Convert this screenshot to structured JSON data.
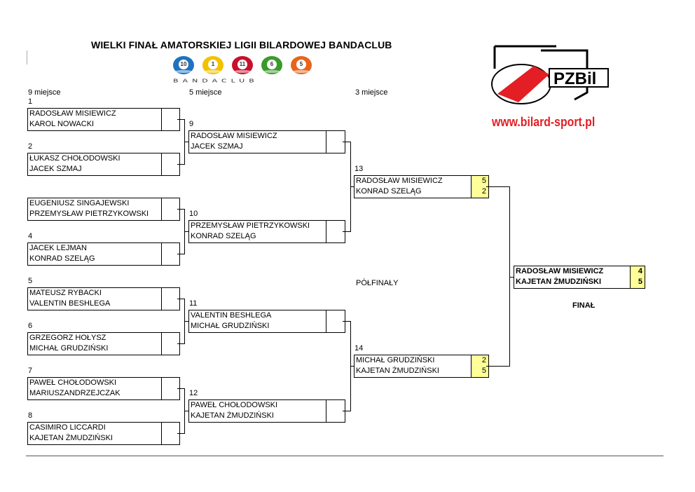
{
  "header": {
    "title": "WIELKI FINAŁ AMATORSKIEJ LIGII BILARDOWEJ BANDACLUB",
    "club_logo": {
      "balls": [
        {
          "number": "10",
          "color": "#1e73be"
        },
        {
          "number": "1",
          "color": "#f2c200"
        },
        {
          "number": "11",
          "color": "#c8102e"
        },
        {
          "number": "6",
          "color": "#3a9a2a"
        },
        {
          "number": "5",
          "color": "#e8641b"
        }
      ],
      "wordmark": "BANDACLUB"
    },
    "federation_logo": {
      "name": "PZBil",
      "colors": {
        "red": "#e31e24",
        "white": "#ffffff",
        "outline": "#000000"
      }
    },
    "website": "www.bilard-sport.pl"
  },
  "column_labels": {
    "col1": "9 miejsce",
    "col2": "5 miejsce",
    "col3": "3 miejsce",
    "semifinals": "PÓŁFINAŁY",
    "final": "FINAŁ"
  },
  "colors": {
    "score_highlight": "#ffff99",
    "website_red": "#e31e24"
  },
  "matches": {
    "m1": {
      "label": "1",
      "players": [
        {
          "name": "RADOSŁAW MISIEWICZ",
          "score": ""
        },
        {
          "name": "KAROL NOWACKI",
          "score": ""
        }
      ]
    },
    "m2": {
      "label": "2",
      "players": [
        {
          "name": "ŁUKASZ CHOŁODOWSKI",
          "score": ""
        },
        {
          "name": "JACEK SZMAJ",
          "score": ""
        }
      ]
    },
    "m3": {
      "label": "",
      "players": [
        {
          "name": "EUGENIUSZ SINGAJEWSKI",
          "score": ""
        },
        {
          "name": "PRZEMYSŁAW PIETRZYKOWSKI",
          "score": ""
        }
      ]
    },
    "m4": {
      "label": "4",
      "players": [
        {
          "name": "JACEK LEJMAN",
          "score": ""
        },
        {
          "name": "KONRAD SZELĄG",
          "score": ""
        }
      ]
    },
    "m5": {
      "label": "5",
      "players": [
        {
          "name": "MATEUSZ RYBACKI",
          "score": ""
        },
        {
          "name": "VALENTIN BESHLEGA",
          "score": ""
        }
      ]
    },
    "m6": {
      "label": "6",
      "players": [
        {
          "name": "GRZEGORZ HOŁYSZ",
          "score": ""
        },
        {
          "name": "MICHAŁ GRUDZIŃSKI",
          "score": ""
        }
      ]
    },
    "m7": {
      "label": "7",
      "players": [
        {
          "name": "PAWEŁ CHOŁODOWSKI",
          "score": ""
        },
        {
          "name": "MARIUSZANDRZEJCZAK",
          "score": ""
        }
      ]
    },
    "m8": {
      "label": "8",
      "players": [
        {
          "name": "CASIMIRO LICCARDI",
          "score": ""
        },
        {
          "name": "KAJETAN ŻMUDZIŃSKI",
          "score": ""
        }
      ]
    },
    "m9": {
      "label": "9",
      "players": [
        {
          "name": "RADOSŁAW MISIEWICZ",
          "score": ""
        },
        {
          "name": "JACEK SZMAJ",
          "score": ""
        }
      ]
    },
    "m10": {
      "label": "10",
      "players": [
        {
          "name": "PRZEMYSŁAW PIETRZYKOWSKI",
          "score": ""
        },
        {
          "name": "KONRAD SZELĄG",
          "score": ""
        }
      ]
    },
    "m11": {
      "label": "11",
      "players": [
        {
          "name": "VALENTIN BESHLEGA",
          "score": ""
        },
        {
          "name": "MICHAŁ GRUDZIŃSKI",
          "score": ""
        }
      ]
    },
    "m12": {
      "label": "12",
      "players": [
        {
          "name": "PAWEŁ CHOŁODOWSKI",
          "score": ""
        },
        {
          "name": "KAJETAN ŻMUDZIŃSKI",
          "score": ""
        }
      ]
    },
    "m13": {
      "label": "13",
      "players": [
        {
          "name": "RADOSŁAW MISIEWICZ",
          "score": "5"
        },
        {
          "name": "KONRAD SZELĄG",
          "score": "2"
        }
      ]
    },
    "m14": {
      "label": "14",
      "players": [
        {
          "name": "MICHAŁ GRUDZIŃSKI",
          "score": "2"
        },
        {
          "name": "KAJETAN ŻMUDZIŃSKI",
          "score": "5"
        }
      ]
    },
    "final": {
      "label": "FINAŁ",
      "players": [
        {
          "name": "RADOSŁAW MISIEWICZ",
          "score": "4"
        },
        {
          "name": "KAJETAN ŻMUDZIŃSKI",
          "score": "5"
        }
      ]
    }
  }
}
